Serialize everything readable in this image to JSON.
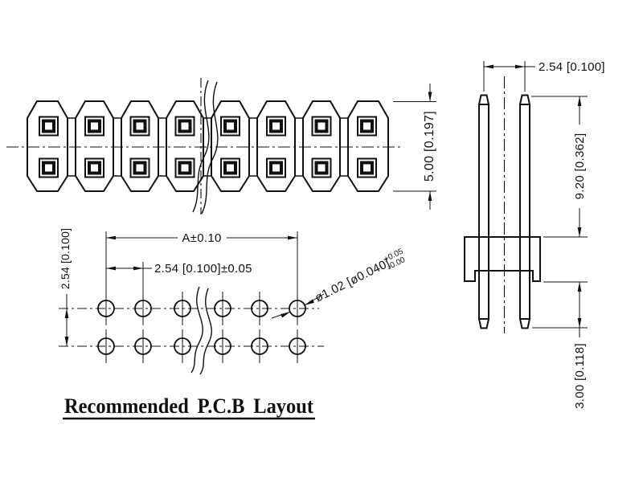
{
  "caption": "Recommended P.C.B Layout",
  "top_view": {
    "dim_height": "5.00 [0.197]"
  },
  "side_view": {
    "dim_pitch": "2.54 [0.100]",
    "dim_length_top": "9.20 [0.362]",
    "dim_length_bottom": "3.00 [0.118]"
  },
  "pcb_layout": {
    "dim_overall": "A±0.10",
    "dim_pitch_horizontal": "2.54 [0.100]±0.05",
    "dim_pitch_vertical": "2.54 [0.100]",
    "dim_hole_diameter": "ø1.02 [ø0.040]",
    "dim_hole_tol_plus": "+0.05",
    "dim_hole_tol_minus": "-0.00"
  },
  "colors": {
    "line": "#111111",
    "background": "#ffffff"
  }
}
